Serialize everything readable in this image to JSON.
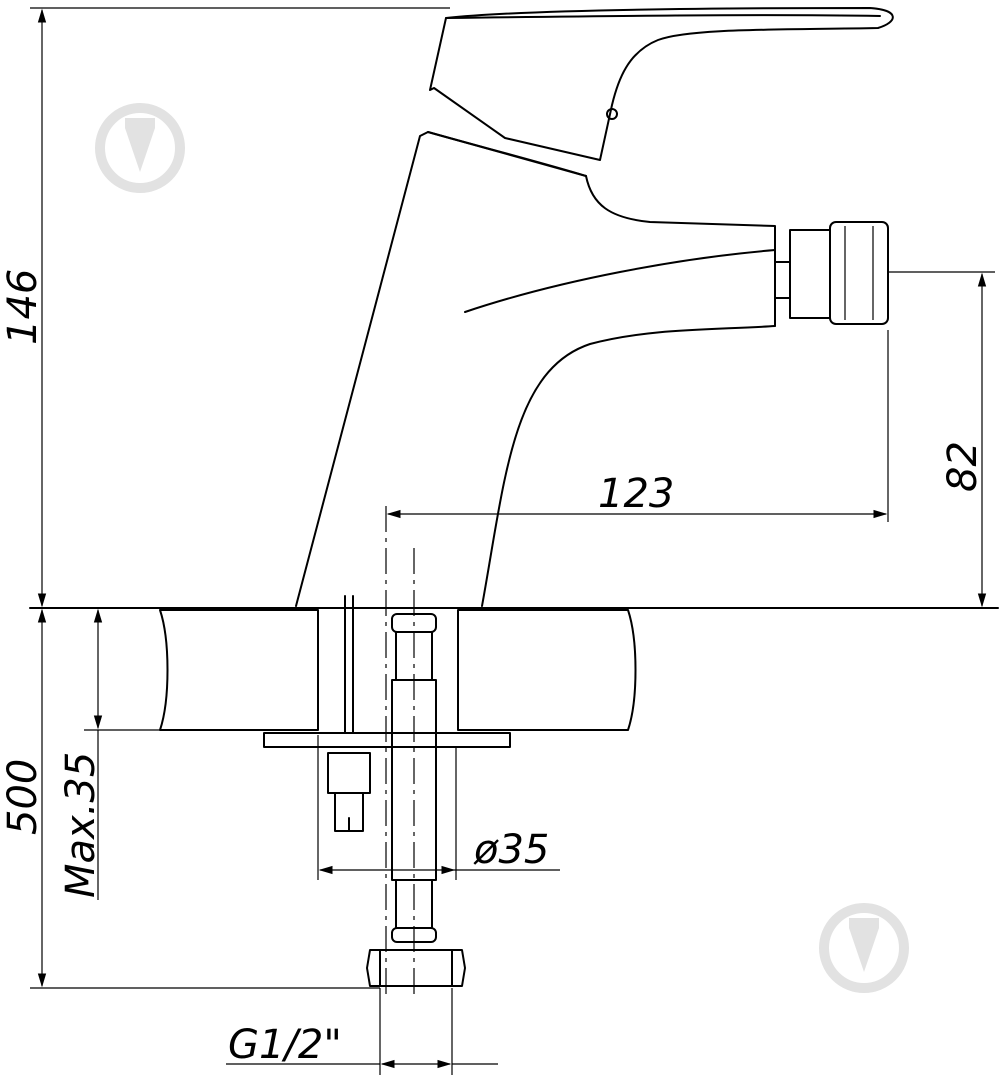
{
  "dimensions": {
    "overall_height": "146",
    "spout_height": "82",
    "spout_reach": "123",
    "hose_length": "500",
    "deck_thickness": "Max.35",
    "hole_diameter": "ø35",
    "thread": "G1/2\""
  },
  "watermark": {
    "icon": "droplet-logo-icon"
  }
}
